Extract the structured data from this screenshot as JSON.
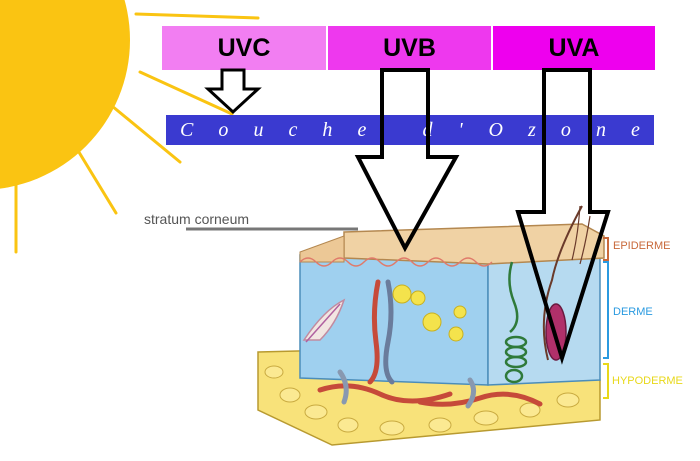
{
  "uv_boxes": [
    {
      "label": "UVC",
      "color": "#f27ef2"
    },
    {
      "label": "UVB",
      "color": "#ee38ee"
    },
    {
      "label": "UVA",
      "color": "#ee00ee"
    }
  ],
  "ozone": {
    "label": "Couche d'Ozone",
    "color": "#3a3ad0",
    "text_color": "#ffffff"
  },
  "stratum_label": "stratum corneum",
  "skin_layers": [
    {
      "label": "EPIDERME",
      "color": "#c8683a"
    },
    {
      "label": "DERME",
      "color": "#2a9ae0"
    },
    {
      "label": "HYPODERME",
      "color": "#e8d81a"
    }
  ],
  "sun_color": "#fac412"
}
